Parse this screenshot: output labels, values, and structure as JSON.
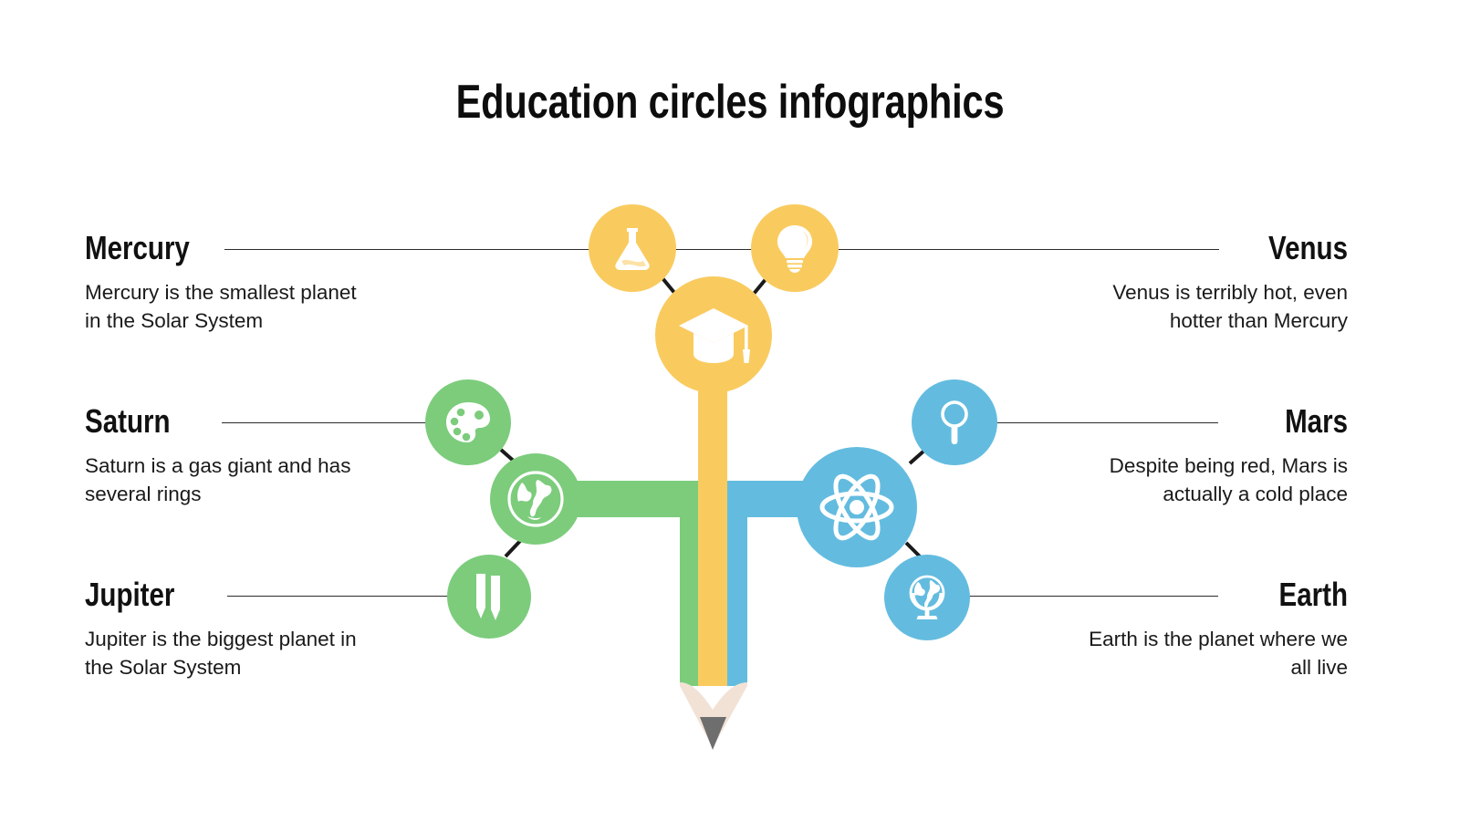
{
  "title": "Education circles infographics",
  "palette": {
    "yellow": "#f9cb5f",
    "green": "#7ccc7c",
    "blue": "#63bcdf",
    "wood": "#f2e2d6",
    "graphite": "#6e6e6e",
    "line": "#2b2b2b",
    "text": "#111111",
    "background": "#ffffff"
  },
  "items": [
    {
      "id": "mercury",
      "side": "left",
      "heading": "Mercury",
      "description": "Mercury is the smallest planet in the Solar System",
      "icon": "flask-icon",
      "color": "#f9cb5f"
    },
    {
      "id": "venus",
      "side": "right",
      "heading": "Venus",
      "description": "Venus is terribly hot, even hotter than Mercury",
      "icon": "lightbulb-icon",
      "color": "#f9cb5f"
    },
    {
      "id": "saturn",
      "side": "left",
      "heading": "Saturn",
      "description": "Saturn is a gas giant and has several rings",
      "icon": "palette-icon",
      "color": "#7ccc7c"
    },
    {
      "id": "mars",
      "side": "right",
      "heading": "Mars",
      "description": "Despite being red, Mars is actually a cold place",
      "icon": "magnifier-icon",
      "color": "#63bcdf"
    },
    {
      "id": "jupiter",
      "side": "left",
      "heading": "Jupiter",
      "description": "Jupiter is the biggest planet in the Solar System",
      "icon": "pencils-icon",
      "color": "#7ccc7c"
    },
    {
      "id": "earth",
      "side": "right",
      "heading": "Earth",
      "description": "Earth is the planet where we all live",
      "icon": "globe-stand-icon",
      "color": "#63bcdf"
    }
  ],
  "hubs": [
    {
      "id": "center-hub",
      "icon": "graduation-cap-icon",
      "color": "#f9cb5f"
    },
    {
      "id": "left-hub",
      "icon": "globe-icon",
      "color": "#7ccc7c"
    },
    {
      "id": "right-hub",
      "icon": "atom-icon",
      "color": "#63bcdf"
    }
  ],
  "pencil": {
    "stripes": [
      "#7ccc7c",
      "#f9cb5f",
      "#63bcdf"
    ],
    "tip_color": "#f2e2d6",
    "lead_color": "#6e6e6e"
  }
}
